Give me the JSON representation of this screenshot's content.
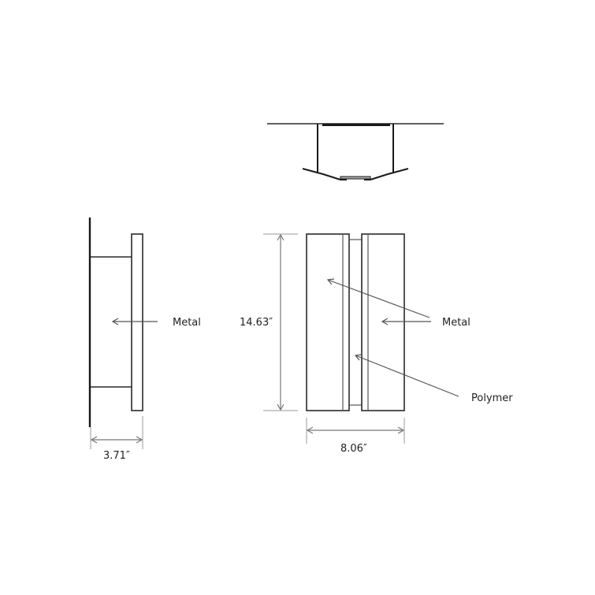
{
  "drawing": {
    "type": "technical-elevation-drawing",
    "views": [
      "top-view",
      "side-view",
      "front-view"
    ],
    "side_view": {
      "label": "Metal",
      "dimension_depth": "3.71″"
    },
    "front_view": {
      "label_metal": "Metal",
      "label_polymer": "Polymer",
      "dimension_height": "14.63″",
      "dimension_width": "8.06″"
    }
  },
  "colors": {
    "line": "#1a1a1a",
    "dimension": "#777777",
    "background": "#ffffff"
  }
}
